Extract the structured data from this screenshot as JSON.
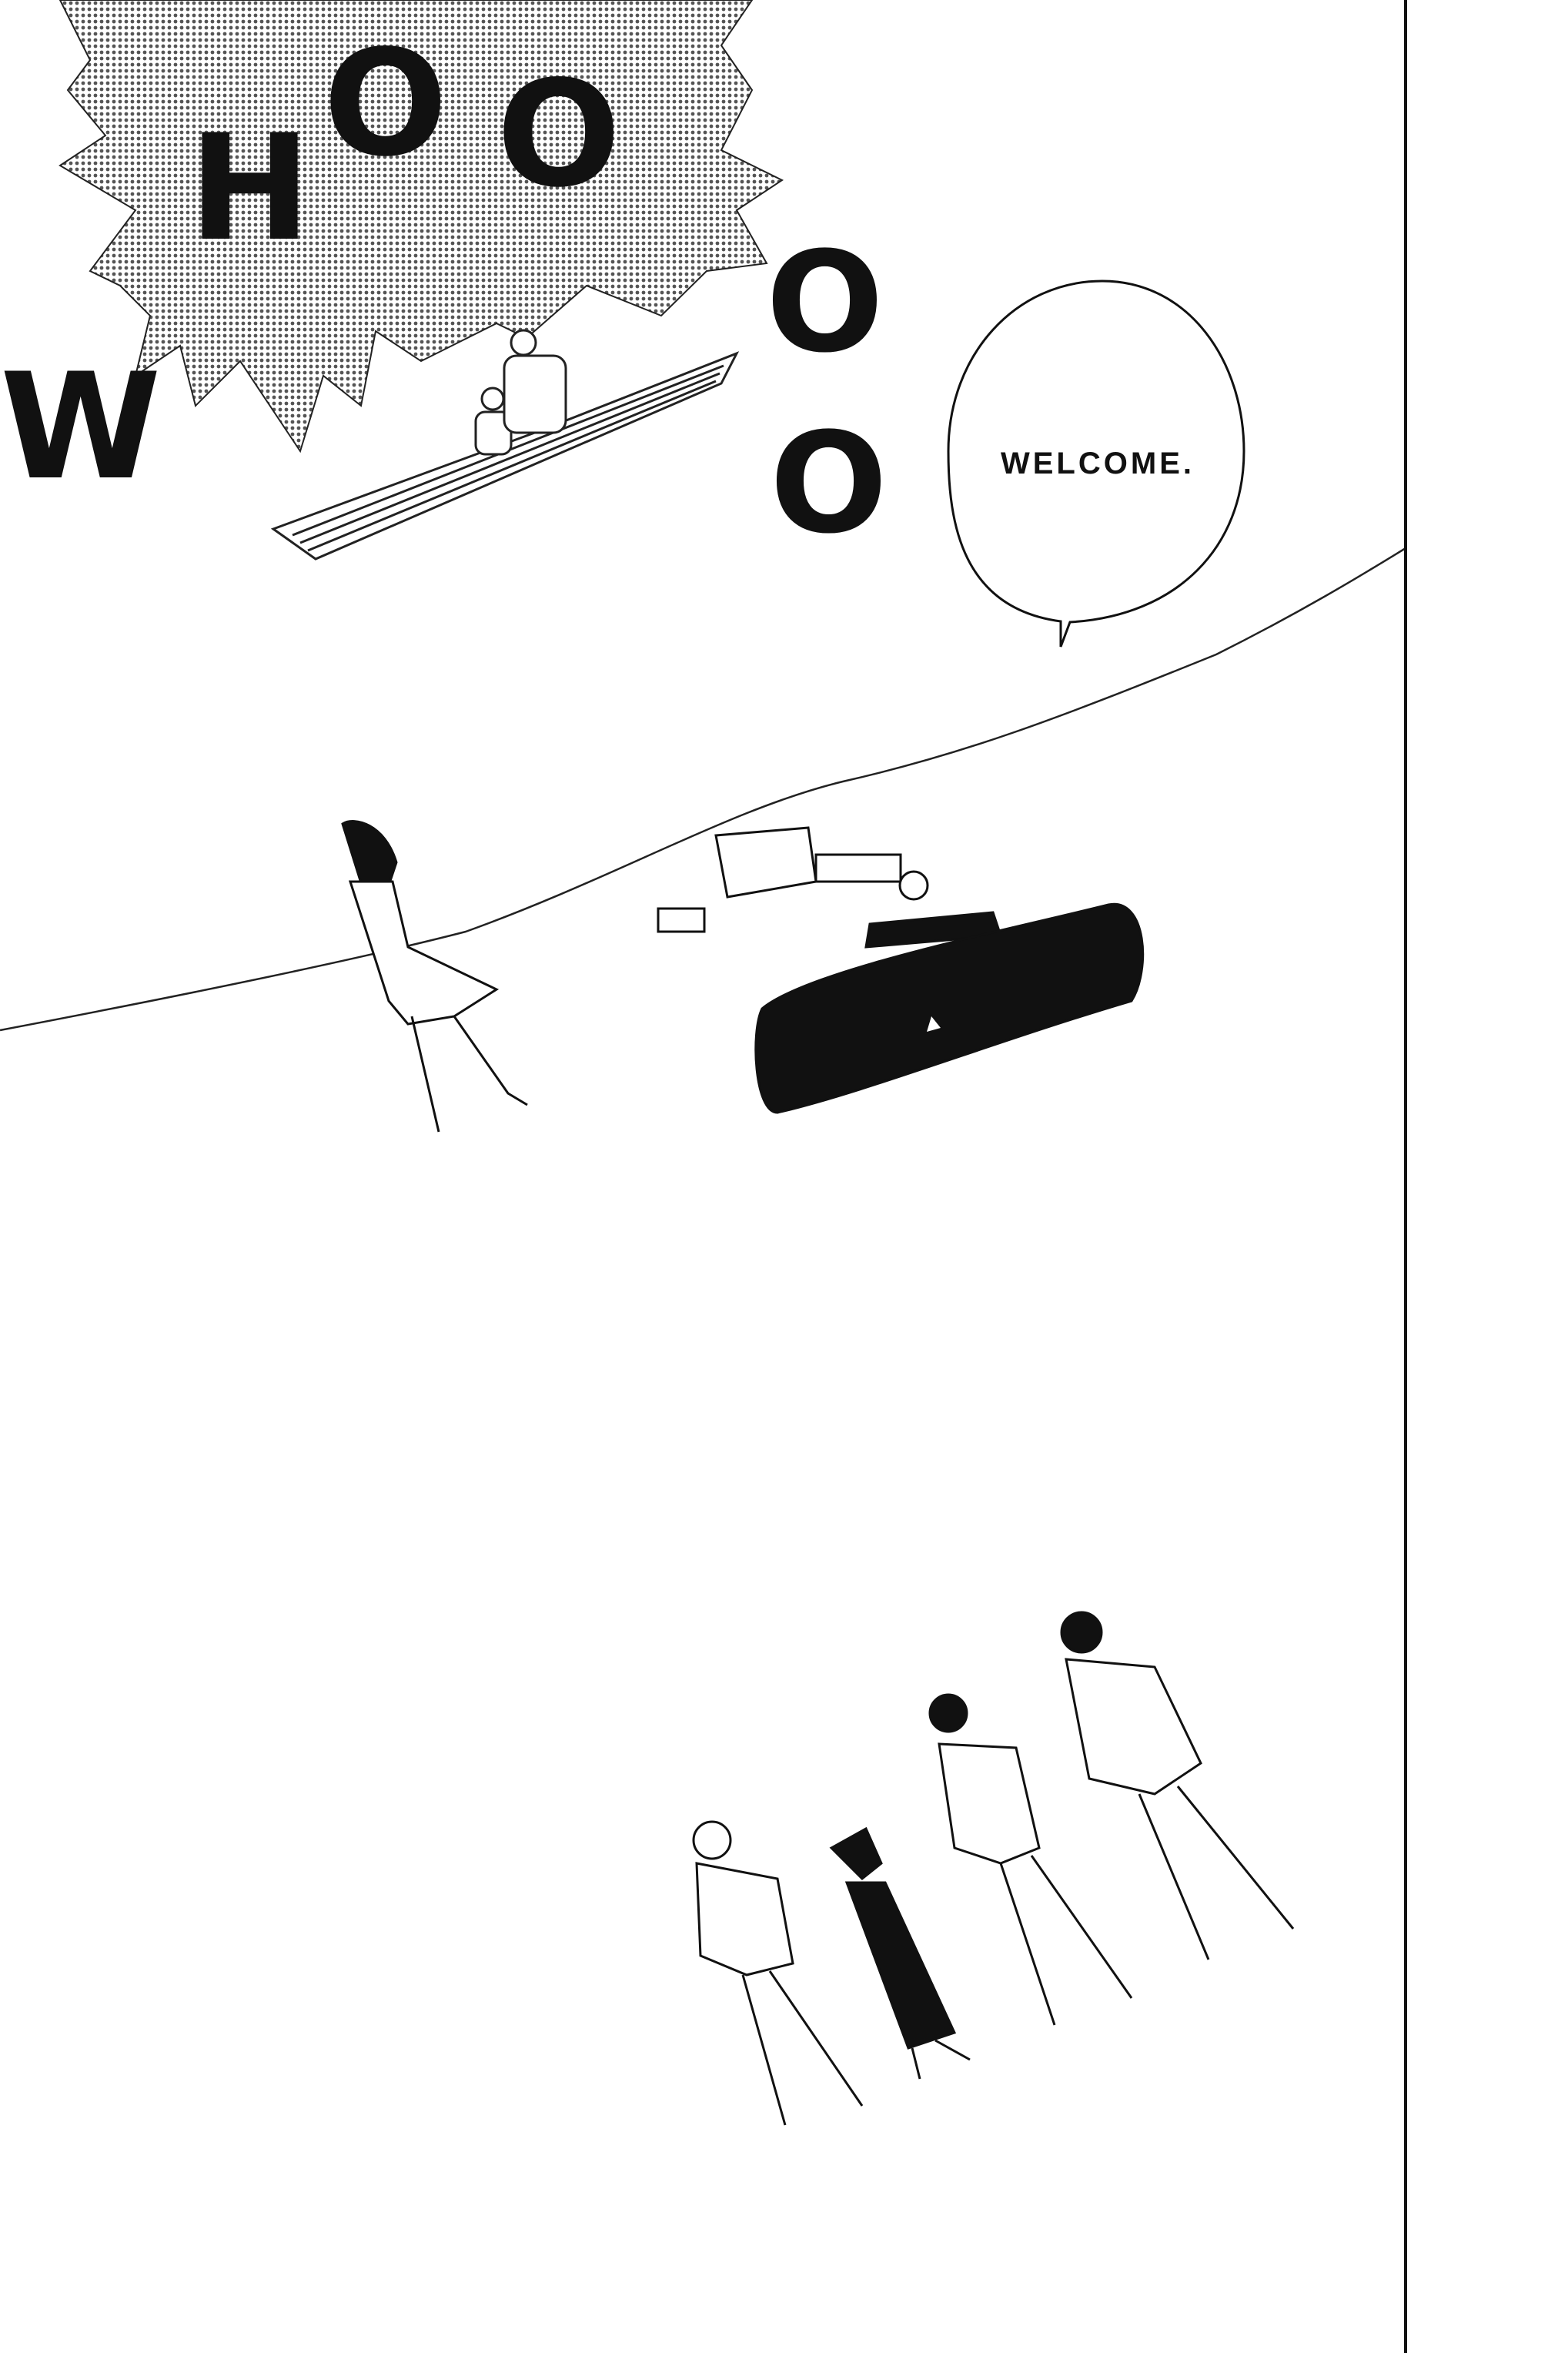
{
  "page": {
    "sound_effect": {
      "letters": [
        "W",
        "H",
        "O",
        "O",
        "O",
        "O"
      ],
      "tone_color": "#9a9a9a"
    },
    "speech_bubble": {
      "text": "WELCOME."
    },
    "colors": {
      "ink": "#111111",
      "paper": "#ffffff"
    }
  }
}
